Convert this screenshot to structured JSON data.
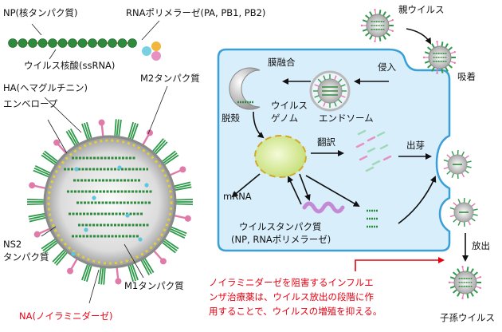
{
  "labels": {
    "np": "NP(核タンパク質)",
    "rna_polymerase": "RNAポリメラーゼ(PA, PB1, PB2)",
    "viral_rna": "ウイルス核酸(ssRNA)",
    "ha": "HA(ヘマグルチニン)",
    "envelope": "エンベロープ",
    "m2": "M2タンパク質",
    "ns2_line1": "NS2",
    "ns2_line2": "タンパク質",
    "m1": "M1タンパク質",
    "na": "NA(ノイラミニダーゼ)",
    "parent_virus": "親ウイルス",
    "adsorption": "吸着",
    "entry": "侵入",
    "membrane_fusion": "膜融合",
    "endosome": "エンドソーム",
    "uncoating": "脱殻",
    "viral_genome_1": "ウイルス",
    "viral_genome_2": "ゲノム",
    "translation": "翻訳",
    "budding": "出芽",
    "mrna": "mRNA",
    "viral_protein_1": "ウイルスタンパク質",
    "viral_protein_2": "(NP, RNAポリメラーゼ)",
    "release": "放出",
    "progeny_virus": "子孫ウイルス"
  },
  "note": {
    "line1": "ノイラミニダーゼを阻害するインフルエ",
    "line2": "ンザ治療薬は、ウイルス放出の段階に作",
    "line3": "用することで、ウイルスの増殖を抑える。"
  },
  "colors": {
    "cell_fill": "#d8eefb",
    "cell_stroke": "#3a9fd8",
    "nucleus": "#dcefa6",
    "np_green": "#2e8b3d",
    "ha_green": "#2e9a4a",
    "na_pink": "#e07aa9",
    "m2_orange": "#f08a3a",
    "note_red": "#e60012"
  }
}
